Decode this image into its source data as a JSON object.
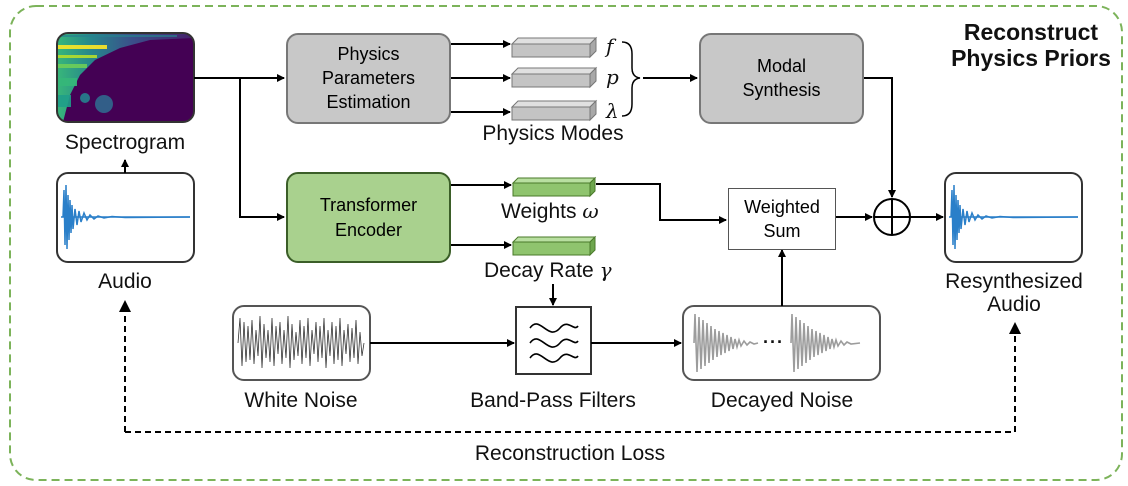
{
  "title": {
    "line1": "Reconstruct",
    "line2": "Physics Priors"
  },
  "nodes": {
    "spectrogram": "Spectrogram",
    "audio": "Audio",
    "physics_params": {
      "line1": "Physics",
      "line2": "Parameters",
      "line3": "Estimation"
    },
    "physics_modes": "Physics Modes",
    "modal_synthesis": {
      "line1": "Modal",
      "line2": "Synthesis"
    },
    "transformer": {
      "line1": "Transformer",
      "line2": "Encoder"
    },
    "weights": "Weights",
    "decay_rate": "Decay Rate",
    "weighted_sum": {
      "line1": "Weighted",
      "line2": "Sum"
    },
    "resynthesized": {
      "line1": "Resynthesized",
      "line2": "Audio"
    },
    "white_noise": "White Noise",
    "band_pass": "Band-Pass Filters",
    "decayed_noise": "Decayed Noise",
    "reconstruction_loss": "Reconstruction Loss"
  },
  "symbols": {
    "f": "f",
    "p": "p",
    "lambda": "λ",
    "omega": "ω",
    "gamma": "γ",
    "ellipsis": "· · ·",
    "plus": "+"
  },
  "colors": {
    "border_dash": "#7cb35a",
    "gray_box": "#c8c8c8",
    "green_box": "#a9d18e",
    "bar_gray": "#c4c4c4",
    "bar_green": "#8fc46e",
    "waveform_blue": "#2a7fc9"
  }
}
